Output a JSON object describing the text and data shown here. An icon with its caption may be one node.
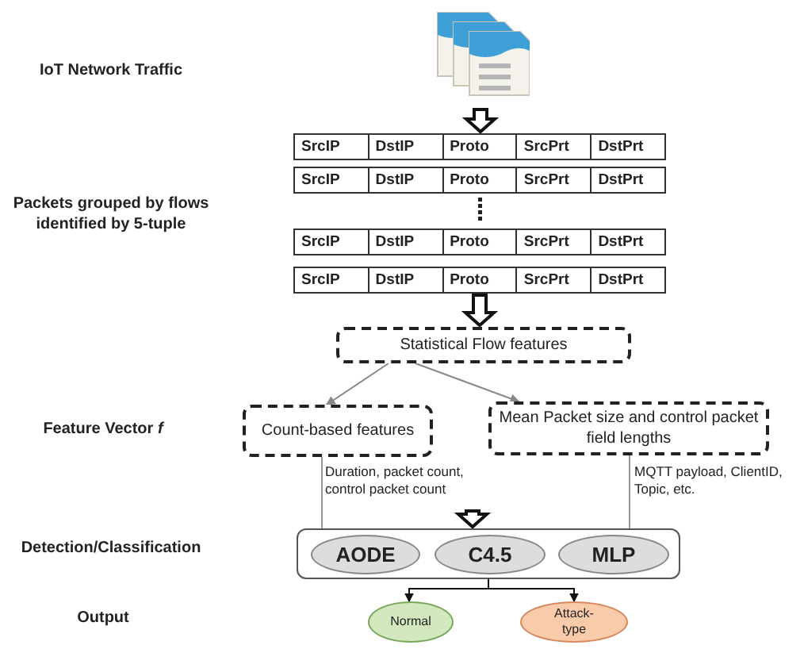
{
  "diagram": {
    "nodes": [
      {
        "text": [],
        "shape": "picture"
      },
      {
        "text": [
          "SrcIP",
          "DstIP",
          "Proto",
          "SrcPrt",
          "DstPrt",
          "SrcIP",
          "DstIP",
          "Proto",
          "SrcPrt",
          "DstPrt",
          "SrcIP",
          "DstIP",
          "Proto",
          "SrcPrt",
          "DstPrt",
          "SrcIP",
          "DstIP",
          "Proto",
          "SrcPrt",
          "DstPrt"
        ]
      },
      {
        "text": [
          "Statistical Flow features"
        ]
      },
      {
        "text": [
          "Count-based features"
        ],
        "beside": [
          "Duration, packet count, control packet count"
        ]
      },
      {
        "text": [
          "Mean Packet size and control packet field lengths"
        ],
        "beside": [
          "MQTT payload, ClientID, Topic, etc."
        ]
      },
      {
        "text": [],
        "shape": "box"
      },
      {
        "text": [
          "AODE"
        ],
        "in": 5
      },
      {
        "text": [
          "C4.5"
        ],
        "in": 5
      },
      {
        "text": [
          "MLP"
        ],
        "in": 5
      },
      {
        "text": [
          "Normal"
        ]
      },
      {
        "text": [
          "Attack-type"
        ]
      }
    ],
    "edges": [
      {
        "from": 0,
        "to": 1,
        "arrow": "to",
        "style": "thick",
        "color": "#111111"
      },
      {
        "from": 1,
        "to": 2,
        "arrow": "to",
        "style": "thick",
        "color": "#111111"
      },
      {
        "from": 2,
        "to": 3,
        "arrow": "to",
        "color": "#888888"
      },
      {
        "from": 2,
        "to": 4,
        "arrow": "to",
        "color": "#888888"
      },
      {
        "from": null,
        "to": 5,
        "arrow": "to",
        "style": "thick",
        "color": "#111111"
      },
      {
        "from": 5,
        "to": 9,
        "arrow": "to",
        "color": "#111111"
      },
      {
        "from": 5,
        "to": 10,
        "arrow": "to",
        "color": "#111111"
      },
      {
        "from": 3,
        "to": 5,
        "arrow": "none",
        "color": "#999999"
      },
      {
        "from": 4,
        "to": 5,
        "arrow": "none",
        "color": "#999999"
      }
    ],
    "labels": [
      "IoT Network Traffic",
      "Packets grouped by flows identified by 5-tuple",
      "Feature Vector *f*",
      "Detection/Classification",
      "Output"
    ]
  }
}
